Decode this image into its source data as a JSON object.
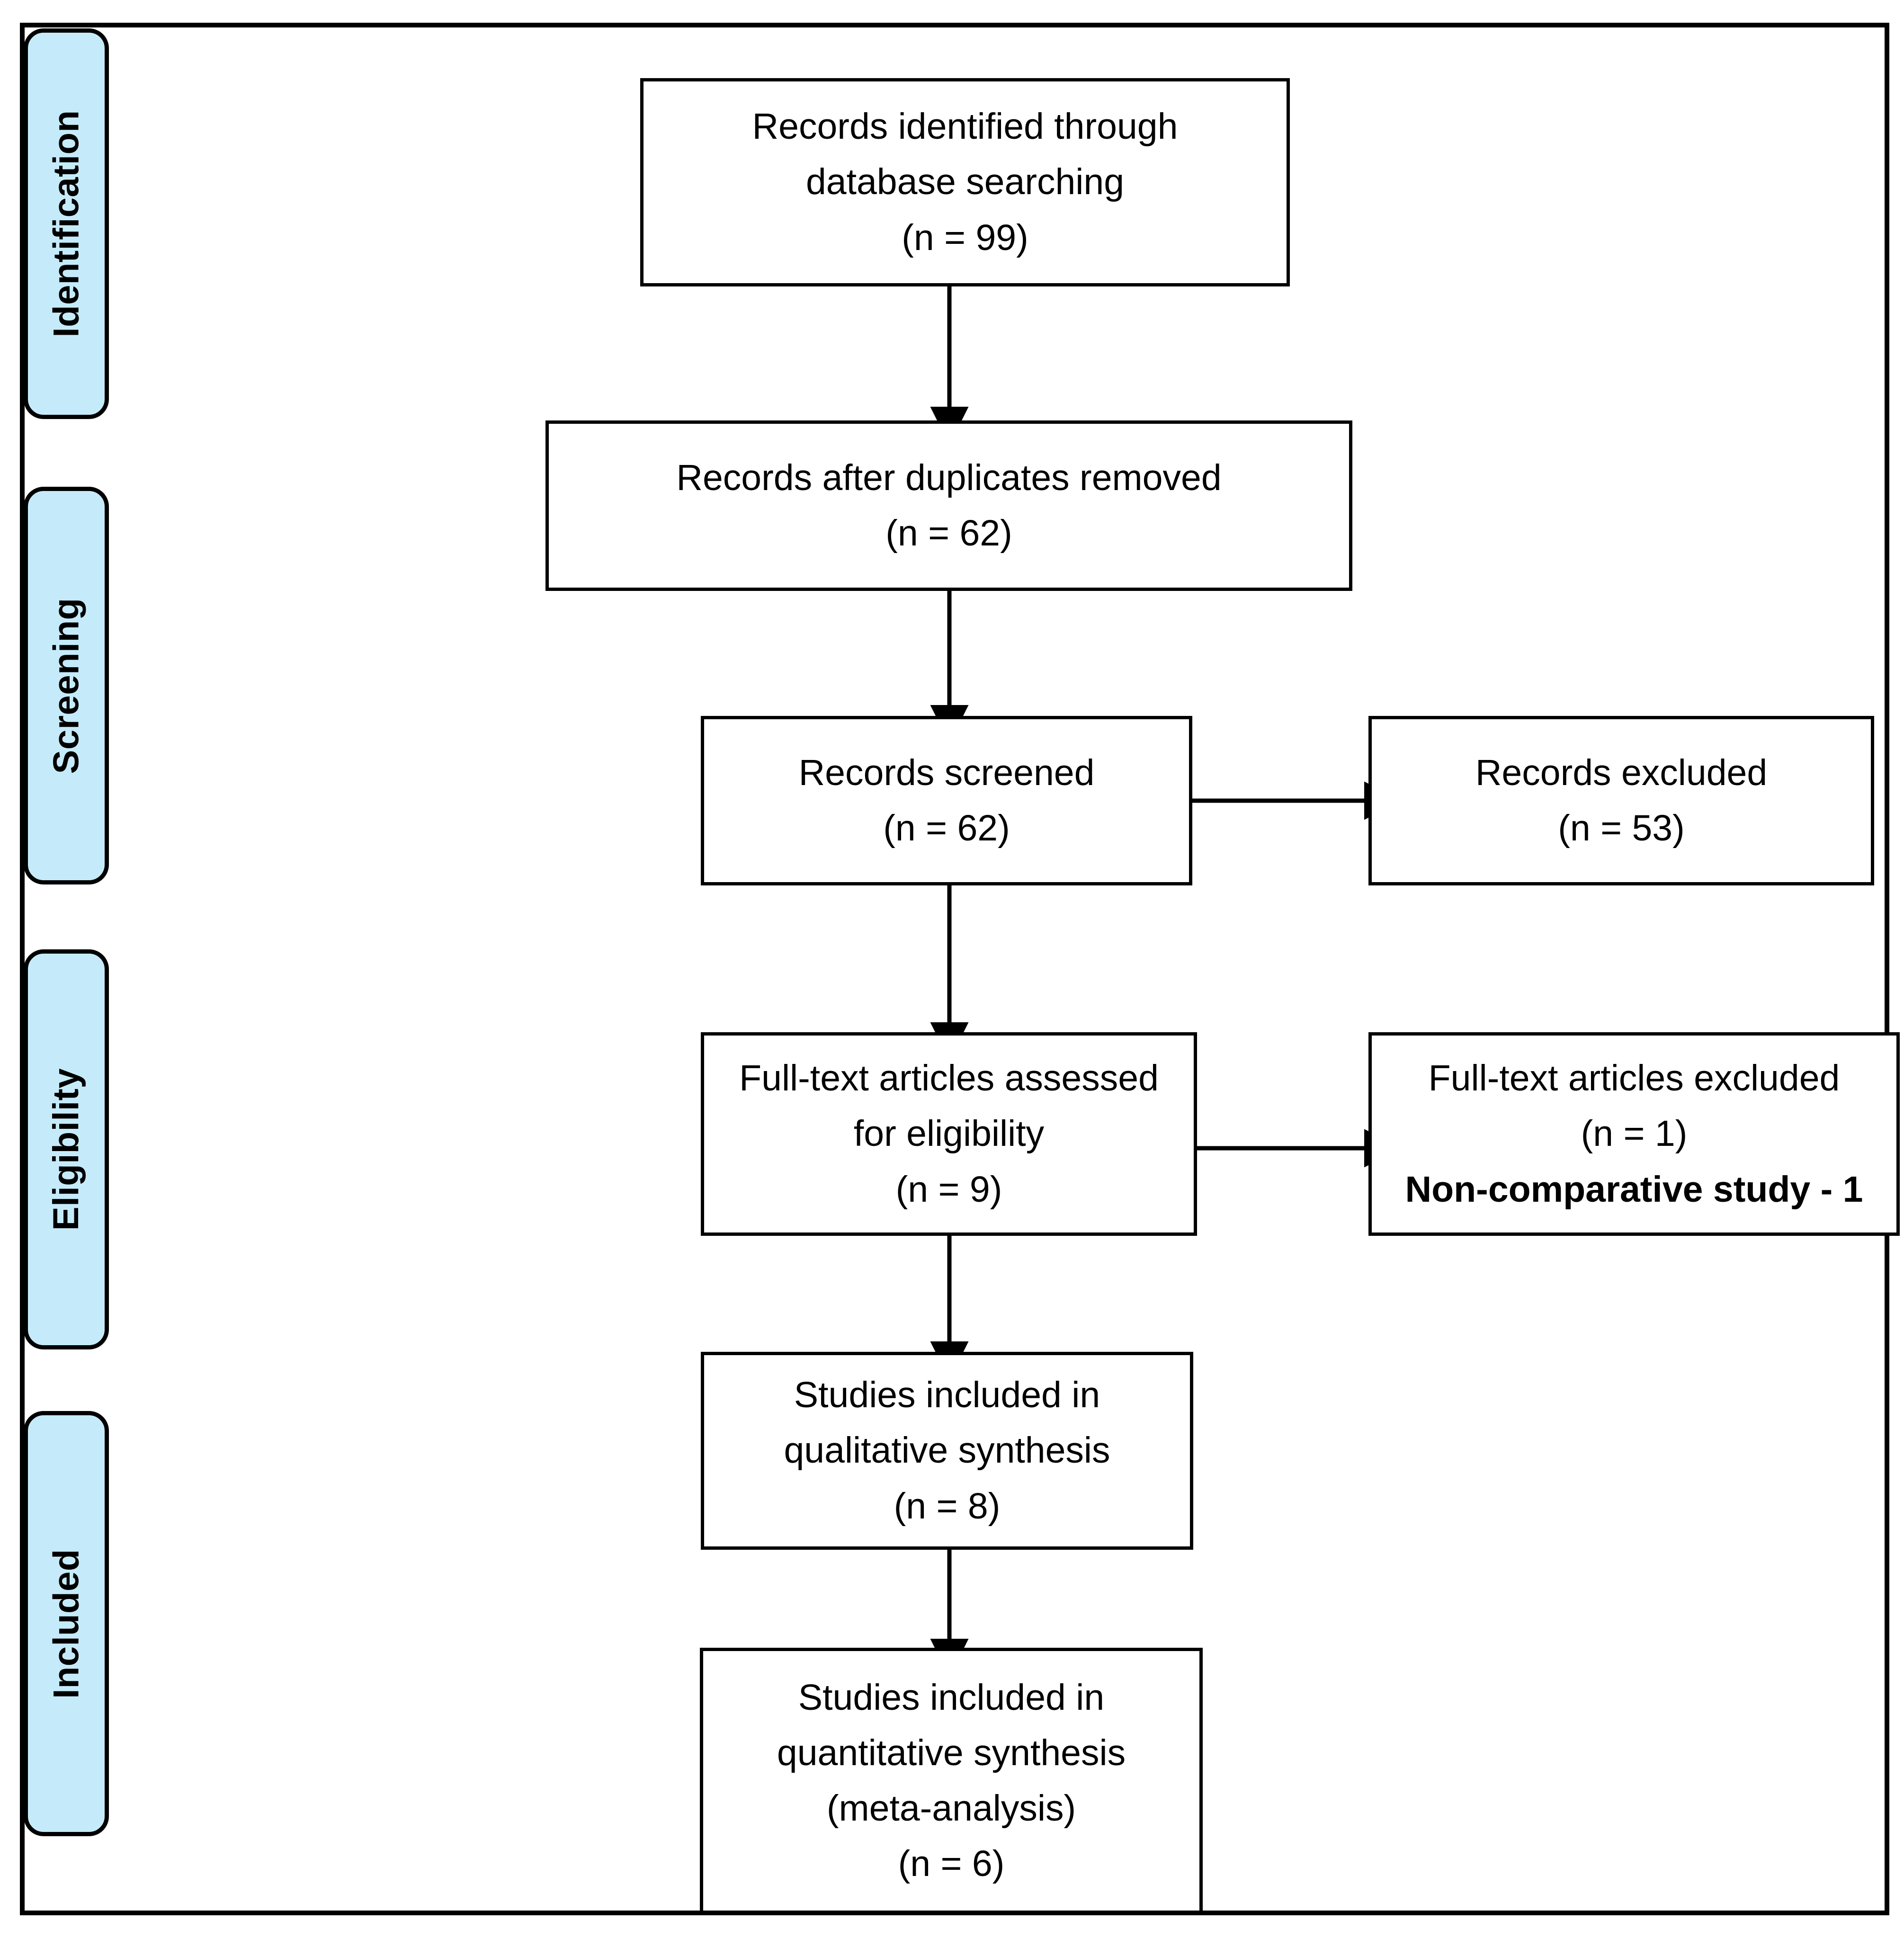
{
  "figure": {
    "type": "prisma-flow-diagram",
    "frame_color": "#000000",
    "phase_label_fill": "#C5EBFA",
    "box_fill": "#FFFFFF"
  },
  "phases": [
    {
      "id": "identification",
      "label": "Identification"
    },
    {
      "id": "screening",
      "label": "Screening"
    },
    {
      "id": "eligibility",
      "label": "Eligibility"
    },
    {
      "id": "included",
      "label": "Included"
    }
  ],
  "boxes": {
    "identified": {
      "lines": [
        "Records identified through",
        "database searching",
        "(n = 99)"
      ],
      "n": 99
    },
    "after_duplicates": {
      "lines": [
        "Records after duplicates removed",
        "(n = 62)"
      ],
      "n": 62
    },
    "screened": {
      "lines": [
        "Records screened",
        "(n = 62)"
      ],
      "n": 62
    },
    "records_excluded": {
      "lines": [
        "Records excluded",
        "(n = 53)"
      ],
      "n": 53
    },
    "fulltext_assessed": {
      "lines": [
        "Full-text articles assessed",
        "for eligibility",
        "(n = 9)"
      ],
      "n": 9
    },
    "fulltext_excluded": {
      "lines": [
        "Full-text articles excluded",
        "(n = 1)"
      ],
      "bold_lines": [
        "Non-comparative study - 1"
      ],
      "n": 1
    },
    "qualitative": {
      "lines": [
        "Studies included in",
        "qualitative synthesis",
        "(n = 8)"
      ],
      "n": 8
    },
    "quantitative": {
      "lines": [
        "Studies included in",
        "quantitative synthesis",
        "(meta-analysis)",
        "(n = 6)"
      ],
      "n": 6
    }
  },
  "flow": {
    "identified_to_after_duplicates": "down-arrow",
    "after_duplicates_to_screened": "down-arrow",
    "screened_to_records_excluded": "right-arrow",
    "screened_to_fulltext_assessed": "down-arrow",
    "fulltext_assessed_to_fulltext_excluded": "right-arrow",
    "fulltext_assessed_to_qualitative": "down-arrow",
    "qualitative_to_quantitative": "down-arrow"
  }
}
